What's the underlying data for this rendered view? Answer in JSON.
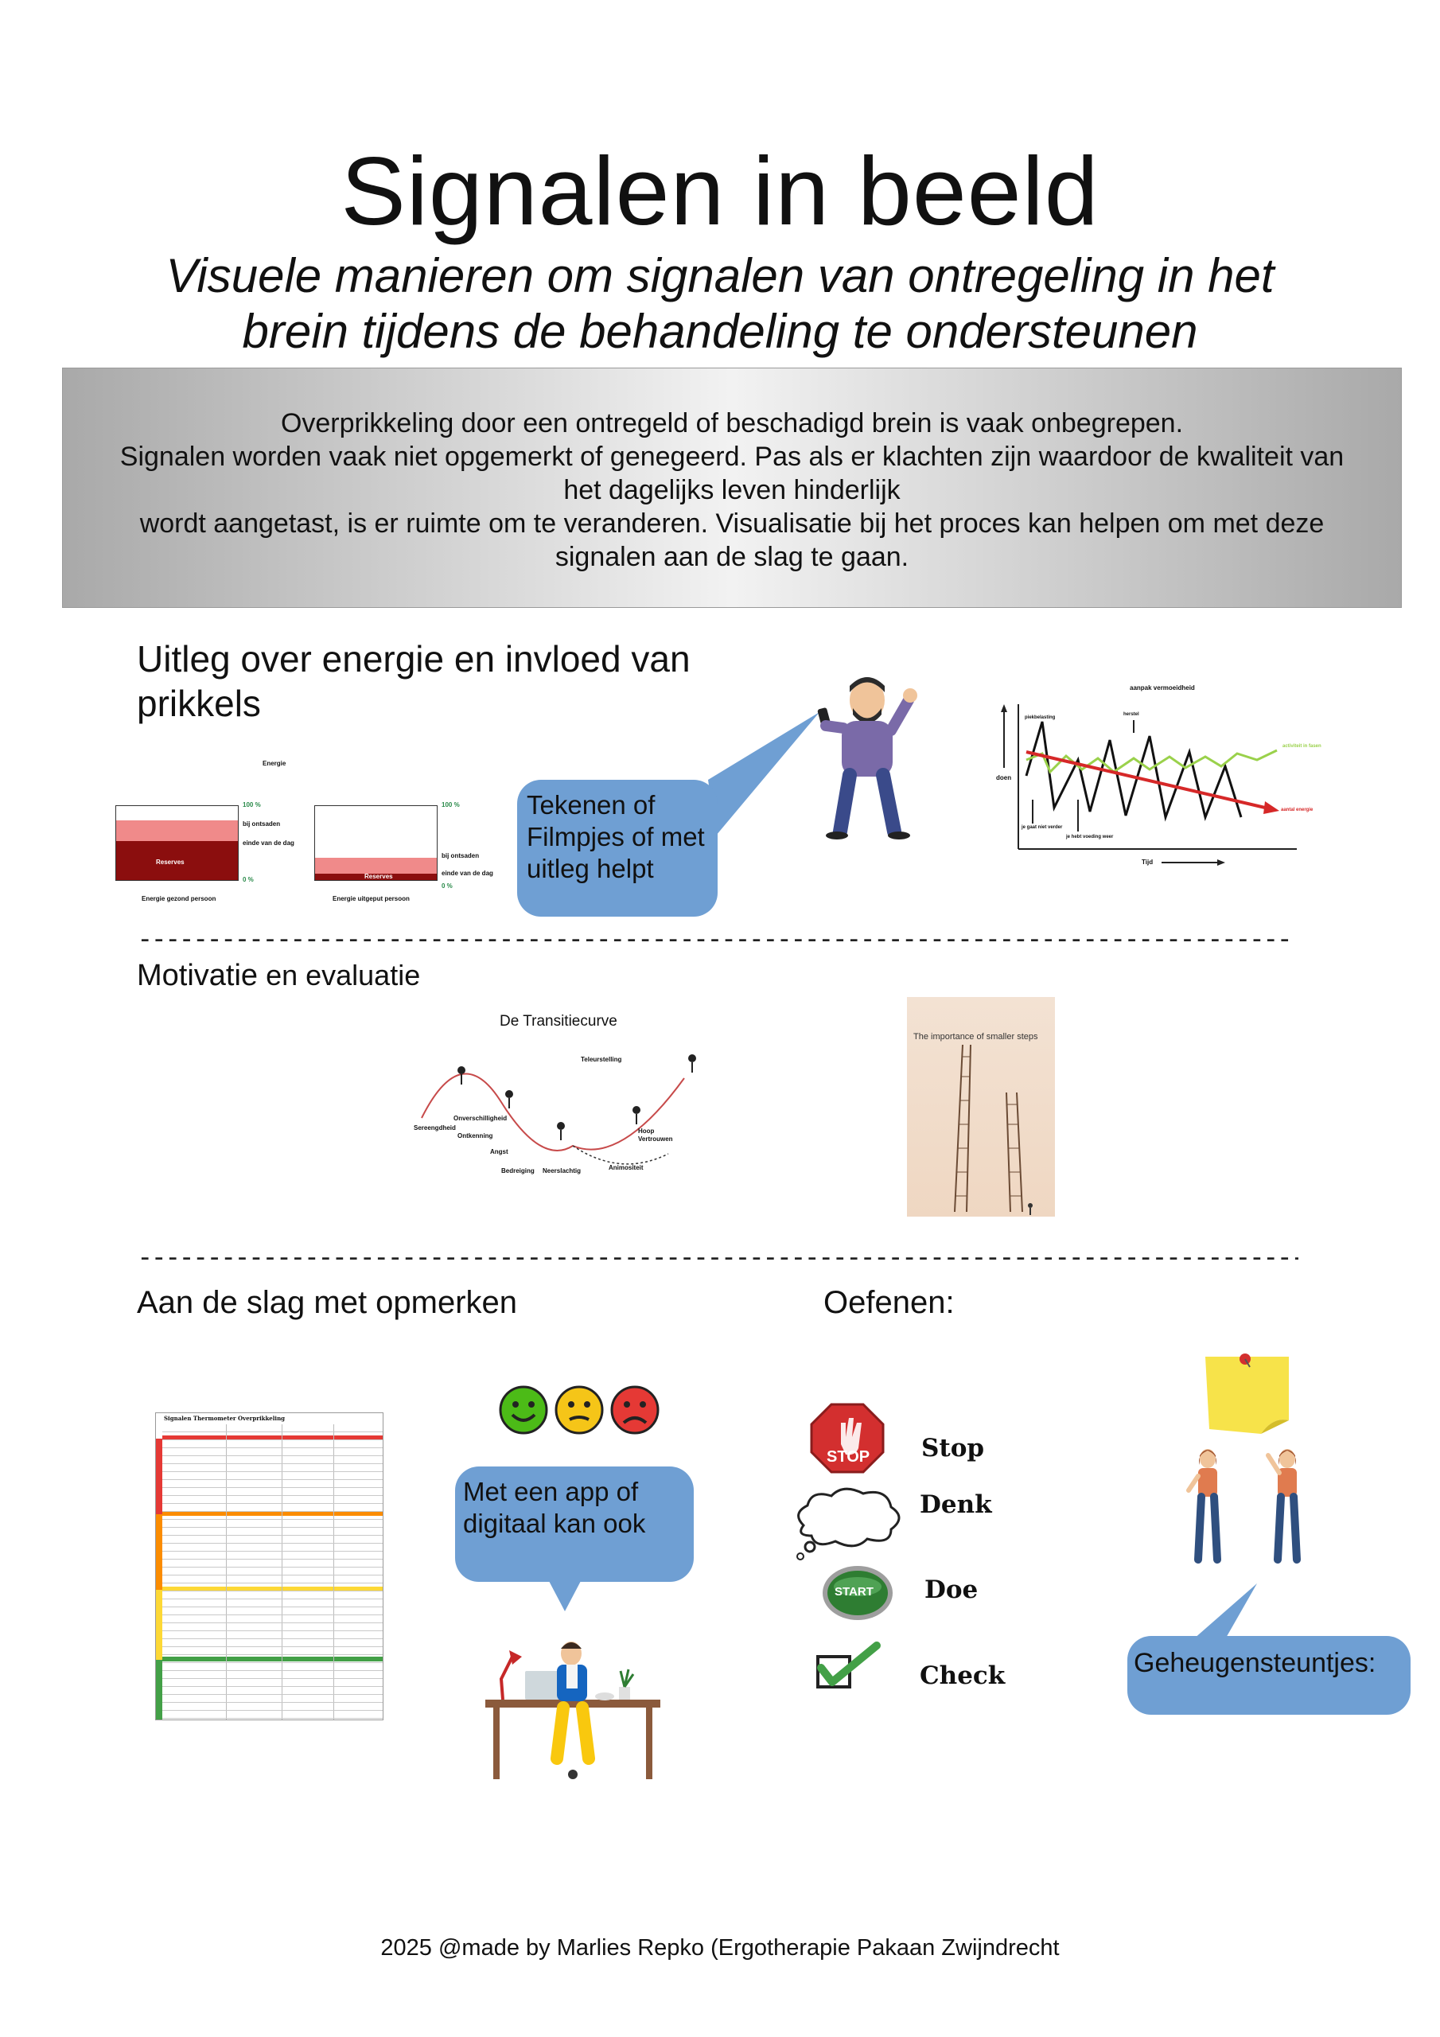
{
  "title": "Signalen in beeld",
  "subtitle": [
    "Visuele manieren om signalen van ontregeling in het",
    "brein tijdens de behandeling te ondersteunen"
  ],
  "intro_lines": [
    "Overprikkeling door een ontregeld of beschadigd brein is vaak onbegrepen.",
    "Signalen worden vaak niet opgemerkt of genegeerd. Pas als er klachten zijn waardoor de kwaliteit van",
    "het dagelijks leven hinderlijk",
    "wordt aangetast, is er ruimte om te veranderen. Visualisatie bij het proces kan helpen om met deze",
    "signalen aan de slag te gaan."
  ],
  "section1": {
    "heading": [
      "Uitleg over energie en invloed van",
      "prikkels"
    ],
    "energy_graphic": {
      "title": "Energie",
      "pct_top": "100 %",
      "pct_bottom": "0 %",
      "label_onset": "bij ontsaden",
      "label_end": "einde van de dag",
      "reserve": "Reserves",
      "caption_left": "Energie gezond persoon",
      "caption_right": "Energie uitgeput persoon"
    },
    "bubble": [
      "Tekenen of",
      "Filmpjes of met",
      "uitleg helpt"
    ],
    "fatigue_chart": {
      "title": "aanpak vermoeidheid",
      "x_label": "Tijd",
      "y_label": "doen",
      "legend_green": "activiteit in fasen",
      "legend_red": "aantal energie",
      "marker_a": "piekbelasting",
      "marker_b": "herstel",
      "marker_c": "je gaat niet verder",
      "marker_d": "je hebt voeding weer"
    }
  },
  "section2": {
    "heading_bold": "Motivatie",
    "heading_rest": " en evaluatie",
    "curve_title": "De Transitiecurve",
    "curve_stages": [
      "Ontkenning",
      "Angst",
      "Bedreiging",
      "Neerslachtig",
      "Animositeit",
      "Onverschilligheid",
      "Teleurstelling",
      "Hoop",
      "Vertrouwen",
      "Sereengdheid"
    ],
    "ladder_caption": "The importance of smaller steps"
  },
  "section3": {
    "heading_left": "Aan de slag met opmerken",
    "heading_right": "Oefenen:",
    "thermometer_title": "Signalen Thermometer Overprikkeling",
    "bubble_app": [
      "Met een app of",
      "digitaal kan ook"
    ],
    "steps": [
      {
        "label": "Stop",
        "icon": "stop-sign-icon",
        "color": "#d32f2f"
      },
      {
        "label": "Denk",
        "icon": "thought-cloud-icon",
        "color": "#ffffff"
      },
      {
        "label": "Doe",
        "icon": "start-button-icon",
        "color": "#2e7d32"
      },
      {
        "label": "Check",
        "icon": "checkmark-icon",
        "color": "#43a047"
      }
    ],
    "stop_text": "STOP",
    "start_text": "START",
    "bubble_memory": "Geheugensteuntjes:"
  },
  "footer": "2025 @made by Marlies Repko (Ergotherapie Pakaan Zwijndrecht"
}
